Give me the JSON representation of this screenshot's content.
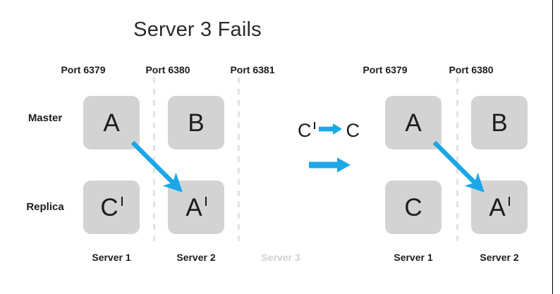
{
  "slide": {
    "title": "Server 3 Fails",
    "accent_color": "#1ba7e8",
    "node_fill": "#d3d3d3",
    "divider_color": "#e2e2e2",
    "dim_text_color": "#d2d2d2"
  },
  "row_labels": {
    "master": "Master",
    "replica": "Replica"
  },
  "before": {
    "columns": [
      {
        "port": "Port 6379",
        "server": "Server 1",
        "server_dimmed": false,
        "master": {
          "letter": "A",
          "prime": false
        },
        "replica": {
          "letter": "C",
          "prime": true
        }
      },
      {
        "port": "Port 6380",
        "server": "Server 2",
        "server_dimmed": false,
        "master": {
          "letter": "B",
          "prime": false
        },
        "replica": {
          "letter": "A",
          "prime": true
        }
      },
      {
        "port": "Port 6381",
        "server": "Server 3",
        "server_dimmed": true,
        "master": null,
        "replica": null
      }
    ]
  },
  "after": {
    "columns": [
      {
        "port": "Port 6379",
        "server": "Server 1",
        "server_dimmed": false,
        "master": {
          "letter": "A",
          "prime": false
        },
        "replica": {
          "letter": "C",
          "prime": false
        }
      },
      {
        "port": "Port 6380",
        "server": "Server 2",
        "server_dimmed": false,
        "master": {
          "letter": "B",
          "prime": false
        },
        "replica": {
          "letter": "A",
          "prime": true
        }
      }
    ]
  },
  "legend": {
    "from_letter": "C",
    "from_prime": true,
    "to_letter": "C",
    "to_prime": false,
    "arrow_icon": "right-arrow-icon",
    "transition_arrow_icon": "right-arrow-icon"
  }
}
